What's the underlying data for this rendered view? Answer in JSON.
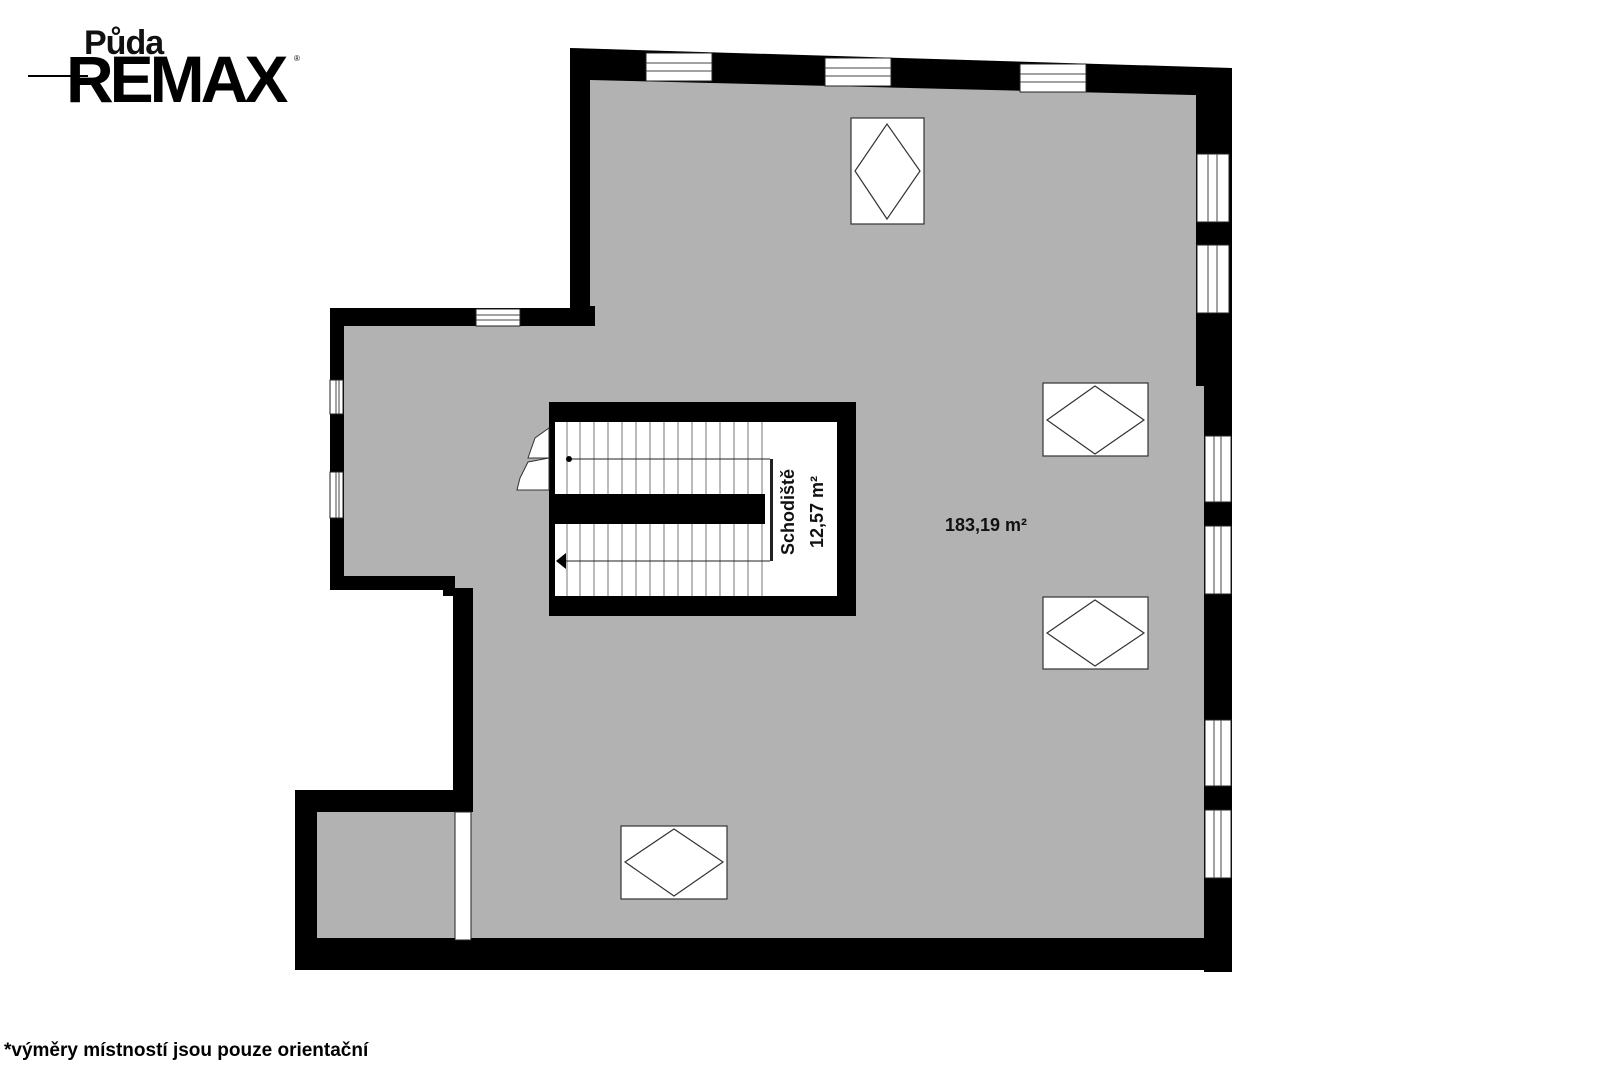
{
  "header": {
    "title": "Půda",
    "logo_text": "RE/MAX"
  },
  "rooms": {
    "main_area": "183,19 m²",
    "stair_name": "Schodiště",
    "stair_area": "12,57 m²"
  },
  "footnote": "*výměry místností jsou pouze orientační",
  "colors": {
    "wall": "#000000",
    "floor": "#b3b2b3",
    "window": "#ffffff"
  }
}
